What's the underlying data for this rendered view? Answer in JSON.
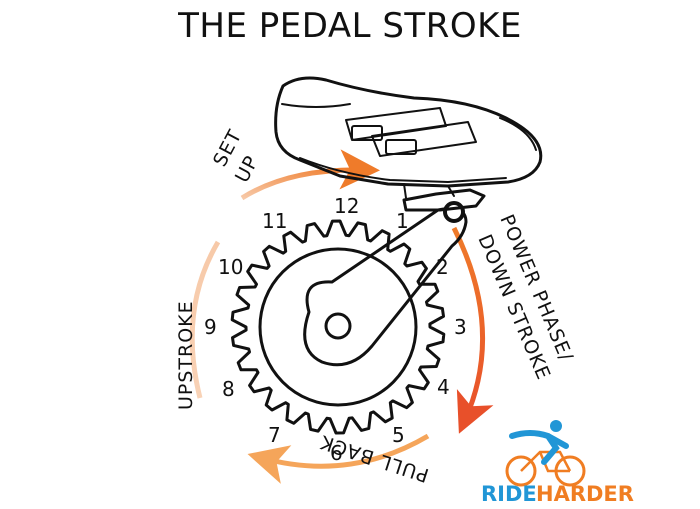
{
  "title": "THE PEDAL STROKE",
  "phases": {
    "setup_line1": "SET",
    "setup_line2": "UP",
    "power_line1": "POWER PHASE/",
    "power_line2": "DOWN STROKE",
    "pullback": "PULL BACK",
    "upstroke": "UPSTROKE"
  },
  "clock_positions": [
    "12",
    "1",
    "2",
    "3",
    "4",
    "5",
    "6",
    "7",
    "8",
    "9",
    "10",
    "11"
  ],
  "logo": {
    "word1": "RIDE",
    "word2": "HARDER",
    "color_blue": "#2196d6",
    "color_orange": "#f07d22"
  },
  "colors": {
    "arrow_light": "#f7c9a8",
    "arrow_mid": "#f5a55a",
    "arrow_strong": "#ef7b2a",
    "arrow_red": "#e8502a"
  }
}
